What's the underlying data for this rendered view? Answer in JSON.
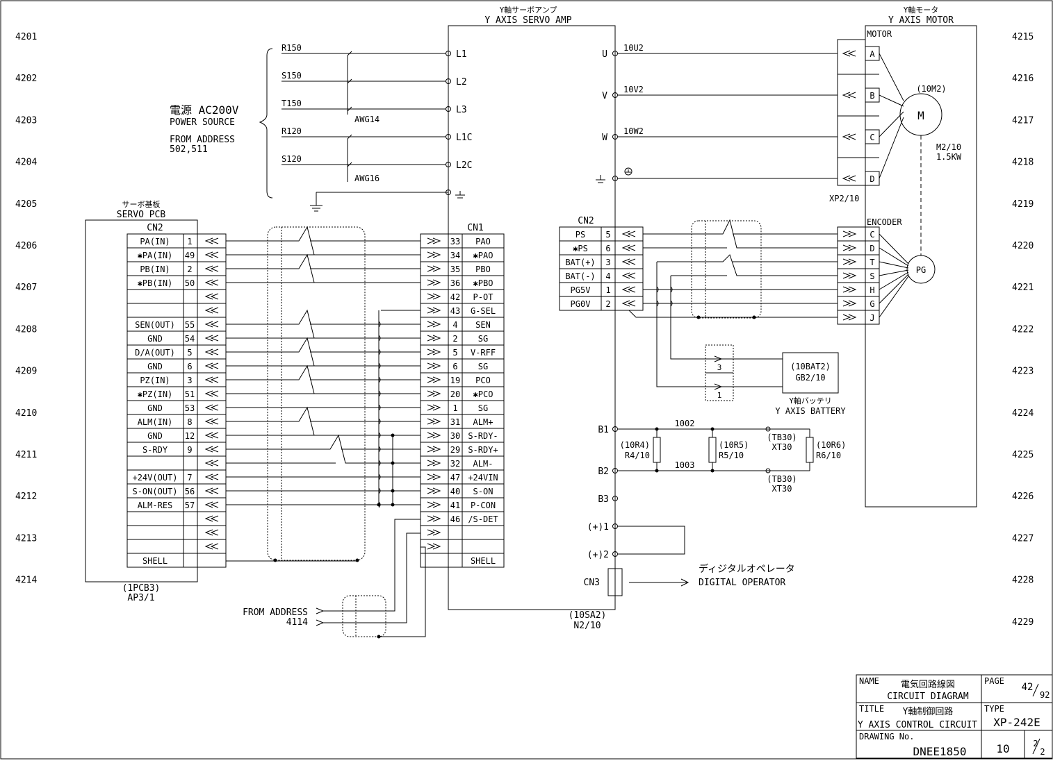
{
  "row_numbers_left": [
    "4201",
    "4202",
    "4203",
    "4204",
    "4205",
    "4206",
    "4207",
    "4208",
    "4209",
    "4210",
    "4211",
    "4212",
    "4213",
    "4214"
  ],
  "row_numbers_right": [
    "4215",
    "4216",
    "4217",
    "4218",
    "4219",
    "4220",
    "4221",
    "4222",
    "4223",
    "4224",
    "4225",
    "4226",
    "4227",
    "4228",
    "4229"
  ],
  "power": {
    "title_jp": "電源 AC200V",
    "title_en": "POWER SOURCE",
    "from_line1": "FROM ADDRESS",
    "from_line2": "502,511",
    "wires": [
      "R150",
      "S150",
      "T150",
      "R120",
      "S120"
    ],
    "gauge1": "AWG14",
    "gauge2": "AWG16"
  },
  "amp": {
    "title_jp": "Y軸サーボアンプ",
    "title_en": "Y AXIS SERVO AMP",
    "in_terms": [
      "L1",
      "L2",
      "L3",
      "L1C",
      "L2C"
    ],
    "out_terms": [
      "U",
      "V",
      "W"
    ],
    "out_wires": [
      "10U2",
      "10V2",
      "10W2"
    ],
    "lower_terms": [
      "B1",
      "B2",
      "B3",
      "(+)1",
      "(+)2"
    ],
    "cn3": "CN3",
    "ref_line1": "(10SA2)",
    "ref_line2": "N2/10"
  },
  "pcb": {
    "title_jp": "サーボ基板",
    "title_en": "SERVO PCB",
    "cn": "CN2",
    "rows": [
      {
        "name": "PA(IN)",
        "pin": "1"
      },
      {
        "name": "✱PA(IN)",
        "pin": "49"
      },
      {
        "name": "PB(IN)",
        "pin": "2"
      },
      {
        "name": "✱PB(IN)",
        "pin": "50"
      },
      {
        "name": "",
        "pin": ""
      },
      {
        "name": "",
        "pin": ""
      },
      {
        "name": "SEN(OUT)",
        "pin": "55"
      },
      {
        "name": "GND",
        "pin": "54"
      },
      {
        "name": "D/A(OUT)",
        "pin": "5"
      },
      {
        "name": "GND",
        "pin": "6"
      },
      {
        "name": "PZ(IN)",
        "pin": "3"
      },
      {
        "name": "✱PZ(IN)",
        "pin": "51"
      },
      {
        "name": "GND",
        "pin": "53"
      },
      {
        "name": "ALM(IN)",
        "pin": "8"
      },
      {
        "name": "GND",
        "pin": "12"
      },
      {
        "name": "S-RDY",
        "pin": "9"
      },
      {
        "name": "",
        "pin": ""
      },
      {
        "name": "+24V(OUT)",
        "pin": "7"
      },
      {
        "name": "S-ON(OUT)",
        "pin": "56"
      },
      {
        "name": "ALM-RES",
        "pin": "57"
      },
      {
        "name": "",
        "pin": ""
      },
      {
        "name": "",
        "pin": ""
      },
      {
        "name": "",
        "pin": ""
      },
      {
        "name": "SHELL",
        "pin": ""
      }
    ],
    "ref_line1": "(1PCB3)",
    "ref_line2": "AP3/1"
  },
  "cn1": {
    "title": "CN1",
    "rows": [
      {
        "pin": "33",
        "name": "PAO"
      },
      {
        "pin": "34",
        "name": "✱PAO"
      },
      {
        "pin": "35",
        "name": "PBO"
      },
      {
        "pin": "36",
        "name": "✱PBO"
      },
      {
        "pin": "42",
        "name": "P-OT"
      },
      {
        "pin": "43",
        "name": "G-SEL"
      },
      {
        "pin": "4",
        "name": "SEN"
      },
      {
        "pin": "2",
        "name": "SG"
      },
      {
        "pin": "5",
        "name": "V-RFF"
      },
      {
        "pin": "6",
        "name": "SG"
      },
      {
        "pin": "19",
        "name": "PCO"
      },
      {
        "pin": "20",
        "name": "✱PCO"
      },
      {
        "pin": "1",
        "name": "SG"
      },
      {
        "pin": "31",
        "name": "ALM+"
      },
      {
        "pin": "30",
        "name": "S-RDY-"
      },
      {
        "pin": "29",
        "name": "S-RDY+"
      },
      {
        "pin": "32",
        "name": "ALM-"
      },
      {
        "pin": "47",
        "name": "+24VIN"
      },
      {
        "pin": "40",
        "name": "S-ON"
      },
      {
        "pin": "41",
        "name": "P-CON"
      },
      {
        "pin": "46",
        "name": "/S-DET"
      },
      {
        "pin": "",
        "name": ""
      },
      {
        "pin": "",
        "name": ""
      },
      {
        "pin": "",
        "name": "SHELL"
      }
    ]
  },
  "cn2_amp": {
    "title": "CN2",
    "rows": [
      {
        "name": "PS",
        "pin": "5"
      },
      {
        "name": "✱PS",
        "pin": "6"
      },
      {
        "name": "BAT(+)",
        "pin": "3"
      },
      {
        "name": "BAT(-)",
        "pin": "4"
      },
      {
        "name": "PG5V",
        "pin": "1"
      },
      {
        "name": "PG0V",
        "pin": "2"
      }
    ]
  },
  "motor": {
    "title_jp": "Y軸モータ",
    "title_en": "Y AXIS MOTOR",
    "motor_label": "MOTOR",
    "pins": [
      "A",
      "B",
      "C",
      "D"
    ],
    "m_ref": "(10M2)",
    "m_symbol": "M",
    "spec_line1": "M2/10",
    "spec_line2": "1.5KW",
    "xp": "XP2/10",
    "encoder_label": "ENCODER",
    "enc_pins": [
      "C",
      "D",
      "T",
      "S",
      "H",
      "G",
      "J"
    ],
    "pg": "PG"
  },
  "battery": {
    "ref_line1": "(10BAT2)",
    "ref_line2": "GB2/10",
    "title_jp": "Y軸バッテリ",
    "title_en": "Y AXIS BATTERY",
    "pin_top": "3",
    "pin_bot": "1"
  },
  "resistors": {
    "num_top": "1002",
    "num_bot": "1003",
    "r4_1": "(10R4)",
    "r4_2": "R4/10",
    "r5_1": "(10R5)",
    "r5_2": "R5/10",
    "r6_1": "(10R6)",
    "r6_2": "R6/10",
    "tb_top_1": "(TB30)",
    "tb_top_2": "XT30",
    "tb_bot_1": "(TB30)",
    "tb_bot_2": "XT30"
  },
  "operator": {
    "jp": "ディジタルオペレータ",
    "en": "DIGITAL OPERATOR"
  },
  "from_address": {
    "line1": "FROM ADDRESS",
    "line2": "4114"
  },
  "title_block": {
    "name_label": "NAME",
    "name_jp": "電気回路線図",
    "name_en": "CIRCUIT DIAGRAM",
    "page_label": "PAGE",
    "page_num": "42",
    "page_total": "92",
    "title_label": "TITLE",
    "title_jp": "Y軸制御回路",
    "title_en": "Y AXIS CONTROL CIRCUIT",
    "type_label": "TYPE",
    "type_value": "XP-242E",
    "drawing_label": "DRAWING No.",
    "drawing_value": "DNEE1850",
    "sheet_num": "10",
    "sheet_a": "2",
    "sheet_b": "2"
  }
}
